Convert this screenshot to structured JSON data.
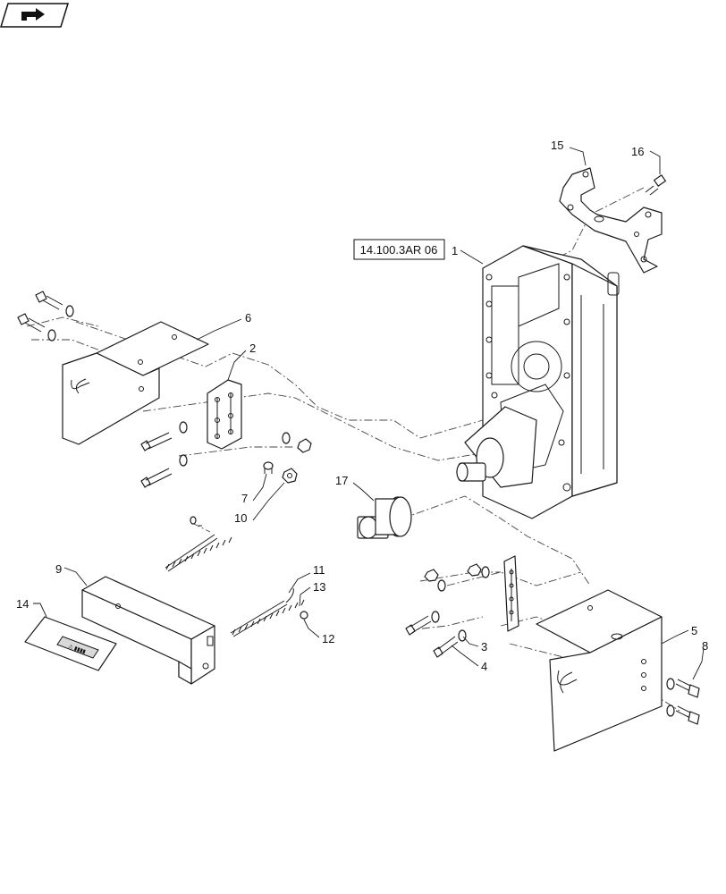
{
  "nav": {
    "icon": "next-page-arrow-icon"
  },
  "diagram": {
    "reference_box": "14.100.3AR 06",
    "callouts": {
      "c1": "1",
      "c2": "2",
      "c3": "3",
      "c4": "4",
      "c5": "5",
      "c6": "6",
      "c7": "7",
      "c8": "8",
      "c9": "9",
      "c10": "10",
      "c11": "11",
      "c12": "12",
      "c13": "13",
      "c14": "14",
      "c15": "15",
      "c16": "16",
      "c17": "17"
    }
  }
}
